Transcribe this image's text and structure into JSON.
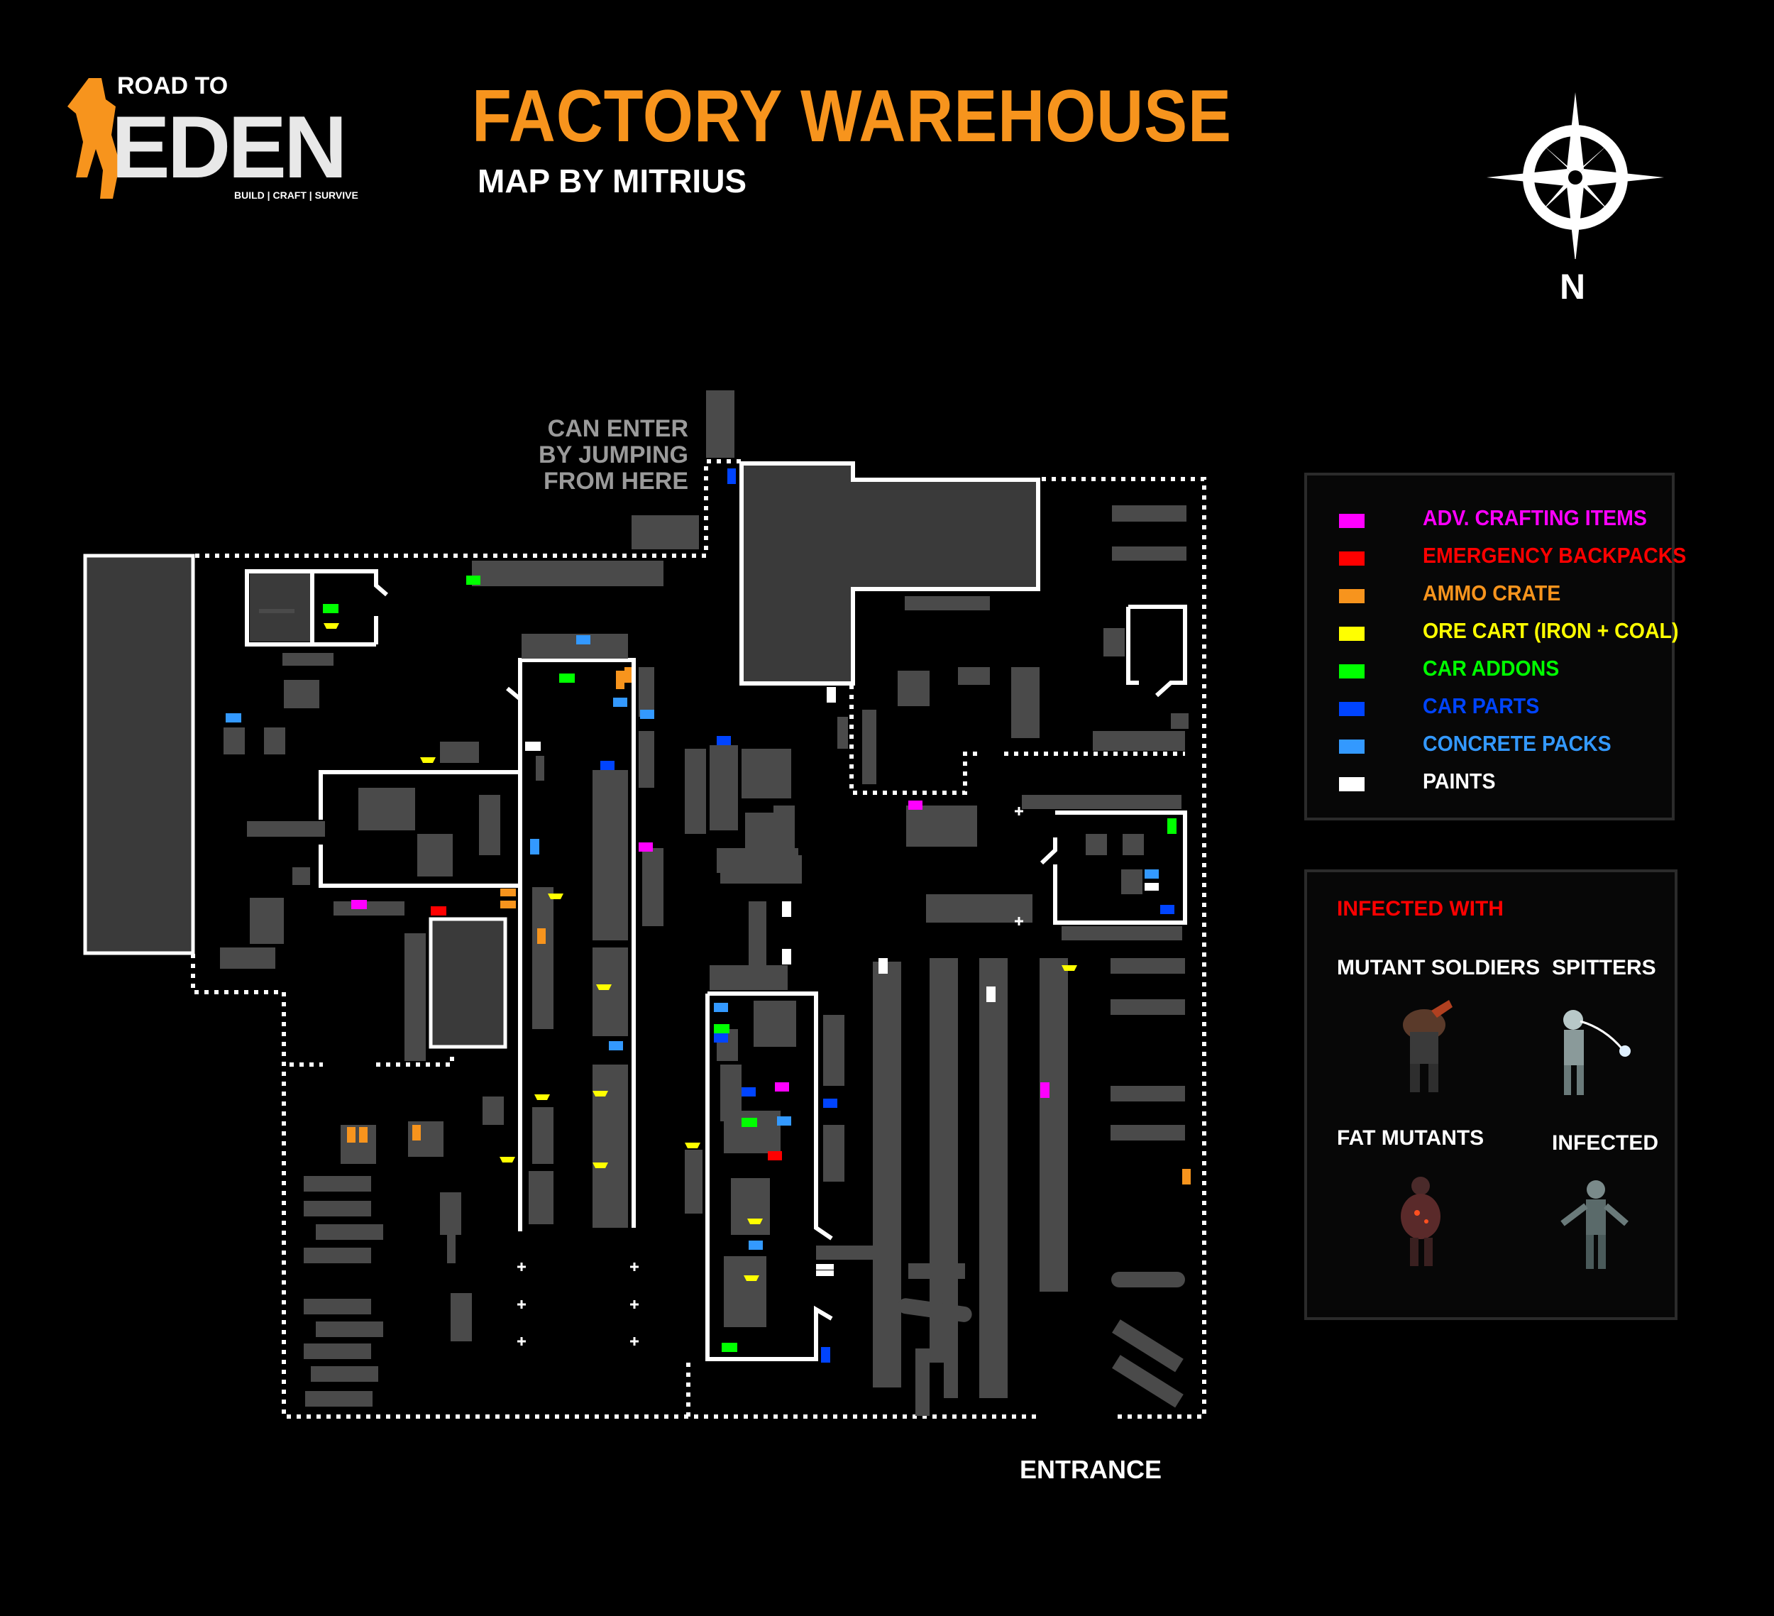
{
  "logo": {
    "top_text": "ROAD TO",
    "main_text": "EDEN",
    "tagline": "BUILD | CRAFT | SURVIVE"
  },
  "header": {
    "title": "FACTORY WAREHOUSE",
    "byline": "MAP BY MITRIUS"
  },
  "compass": {
    "label": "N"
  },
  "map": {
    "jump_note": [
      "CAN ENTER",
      "BY JUMPING",
      "FROM HERE"
    ],
    "entrance_label": "ENTRANCE"
  },
  "legend": {
    "items": [
      {
        "label": "ADV. CRAFTING ITEMS",
        "color": "#ff00ff"
      },
      {
        "label": "EMERGENCY BACKPACKS",
        "color": "#ff0000"
      },
      {
        "label": "AMMO CRATE",
        "color": "#f7941d"
      },
      {
        "label": "ORE CART (IRON + COAL)",
        "color": "#ffff00"
      },
      {
        "label": "CAR ADDONS",
        "color": "#00ff00"
      },
      {
        "label": "CAR PARTS",
        "color": "#0044ff"
      },
      {
        "label": "CONCRETE PACKS",
        "color": "#3399ff"
      },
      {
        "label": "PAINTS",
        "color": "#ffffff"
      }
    ]
  },
  "infected": {
    "heading": "INFECTED WITH",
    "heading_color": "#ff0000",
    "types": [
      {
        "label": "MUTANT SOLDIERS",
        "icon": "mutant-soldier-icon"
      },
      {
        "label": "SPITTERS",
        "icon": "spitter-icon"
      },
      {
        "label": "FAT MUTANTS",
        "icon": "fat-mutant-icon"
      },
      {
        "label": "INFECTED",
        "icon": "infected-icon"
      }
    ]
  },
  "colors": {
    "accent": "#f7941d",
    "background": "#000000",
    "building": "#3a3a3a",
    "wall": "#ffffff"
  }
}
